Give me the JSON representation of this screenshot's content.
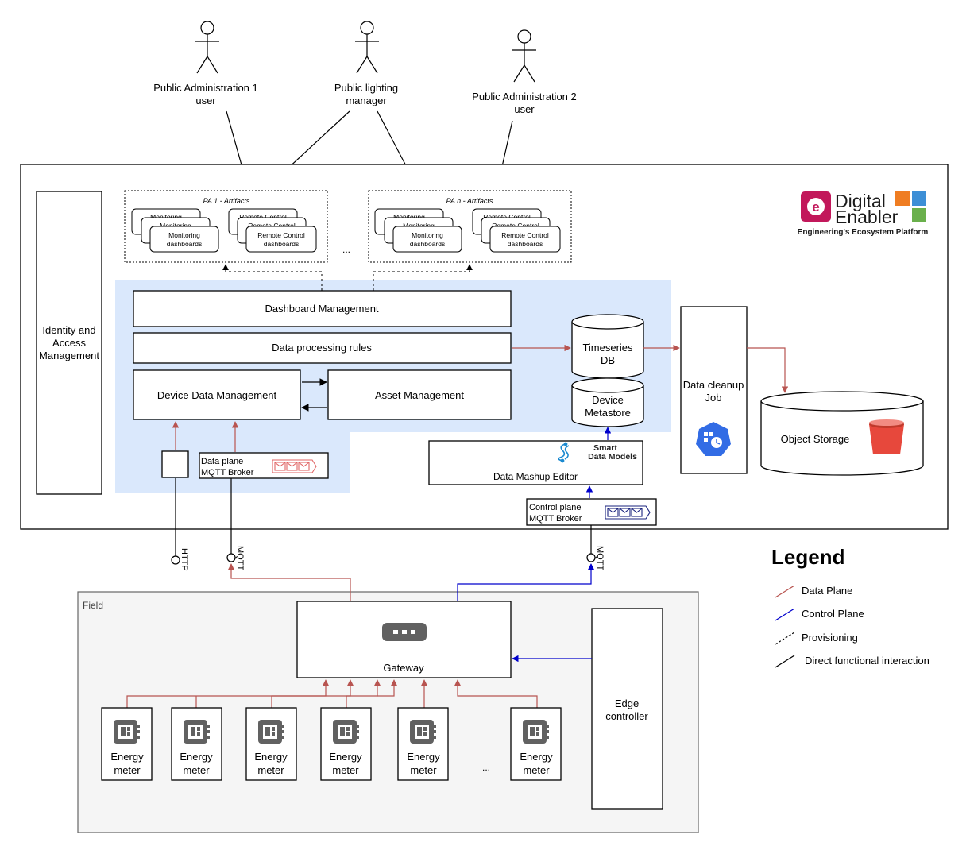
{
  "actors": {
    "pa1": [
      "Public Administration 1",
      "user"
    ],
    "lighting": [
      "Public lighting",
      "manager"
    ],
    "pa2": [
      "Public Administration 2",
      "user"
    ]
  },
  "artifacts": {
    "pa1_title": "PA 1 - Artifacts",
    "pan_title": "PA n - Artifacts",
    "stack_monitoring_back": "Monitoring",
    "stack_monitoring_front": [
      "Monitoring",
      "dashboards"
    ],
    "stack_remote_back": "Remote Control",
    "stack_remote_front": [
      "Remote Control",
      "dashboards"
    ],
    "ellipsis": "..."
  },
  "logo": {
    "mark": "e",
    "line1": "Digital",
    "line2": "Enabler",
    "tagline": "Engineering's Ecosystem Platform",
    "colors": [
      "#c2185b",
      "#ef7d22",
      "#3d8fd6",
      "#6ab04c"
    ]
  },
  "platform": {
    "iam": [
      "Identity and",
      "Access",
      "Management"
    ],
    "dashboard_management": "Dashboard Management",
    "data_processing_rules": "Data processing rules",
    "device_data_management": "Device Data Management",
    "asset_management": "Asset Management",
    "timeseries_db": [
      "Timeseries",
      "DB"
    ],
    "device_metastore": [
      "Device",
      "Metastore"
    ],
    "data_cleanup_job": [
      "Data cleanup",
      "Job"
    ],
    "object_storage": "Object Storage",
    "smart_data_models": [
      "Smart",
      "Data Models"
    ],
    "data_mashup_editor": "Data Mashup Editor",
    "data_plane_broker": [
      "Data plane",
      "MQTT Broker"
    ],
    "control_plane_broker": [
      "Control plane",
      "MQTT Broker"
    ]
  },
  "interfaces": {
    "http": "HTTP",
    "mqtt_data": "MQTT",
    "mqtt_control": "MQTT"
  },
  "field": {
    "label": "Field",
    "gateway": "Gateway",
    "edge_controller": [
      "Edge",
      "controller"
    ],
    "meters": [
      [
        "Energy",
        "meter"
      ],
      [
        "Energy",
        "meter"
      ],
      [
        "Energy",
        "meter"
      ],
      [
        "Energy",
        "meter"
      ],
      [
        "Energy",
        "meter"
      ],
      [
        "Energy",
        "meter"
      ]
    ],
    "ellipsis": "..."
  },
  "legend": {
    "title": "Legend",
    "items": [
      "Data Plane",
      "Control Plane",
      "Provisioning",
      "Direct functional interaction"
    ]
  },
  "colors": {
    "data_plane": "#b85450",
    "control_plane": "#0000cc",
    "highlight": "#dae8fc",
    "field_bg": "#f5f5f5",
    "k8s_blue": "#326ce5",
    "bucket_red": "#e7483c"
  }
}
